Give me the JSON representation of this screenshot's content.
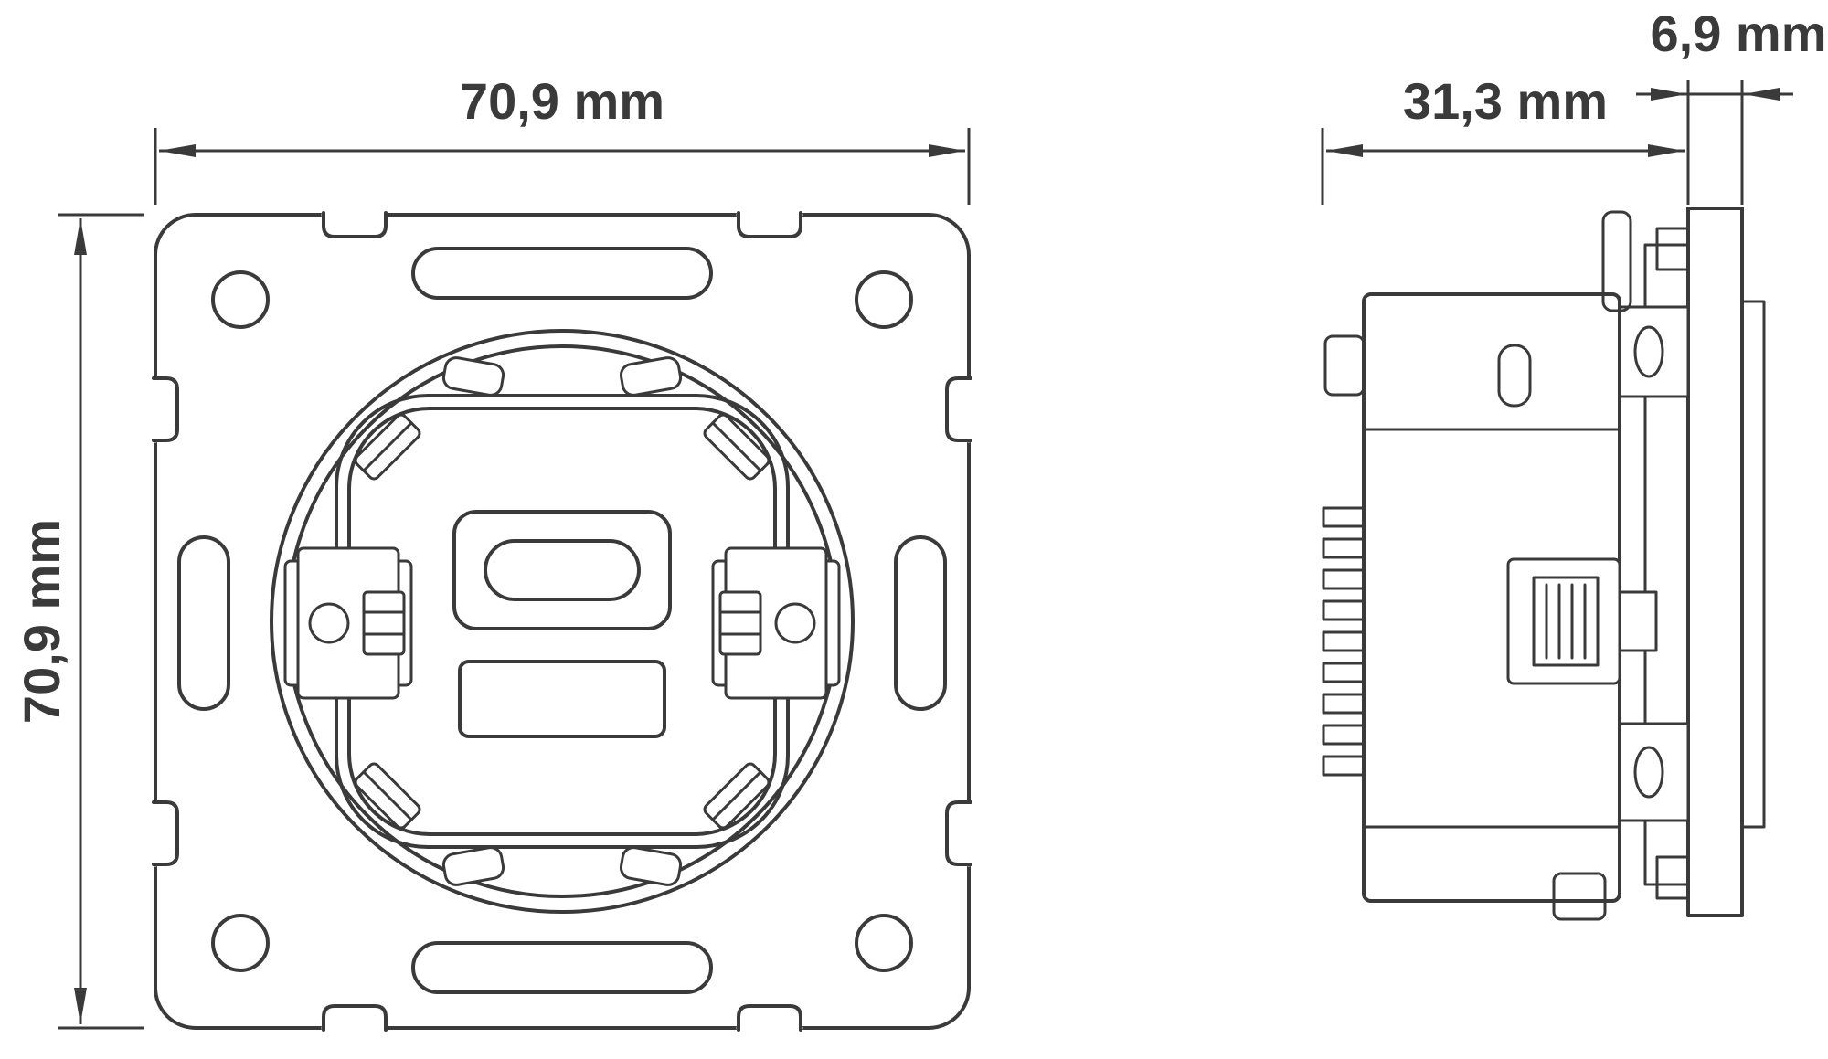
{
  "meta": {
    "type": "technical-dimension-drawing",
    "background": "#ffffff",
    "line_color": "#3a3a3a"
  },
  "views": {
    "front": {
      "label_width": "70,9 mm",
      "label_height": "70,9 mm"
    },
    "side": {
      "label_depth": "31,3 mm",
      "label_flange": "6,9 mm"
    }
  }
}
